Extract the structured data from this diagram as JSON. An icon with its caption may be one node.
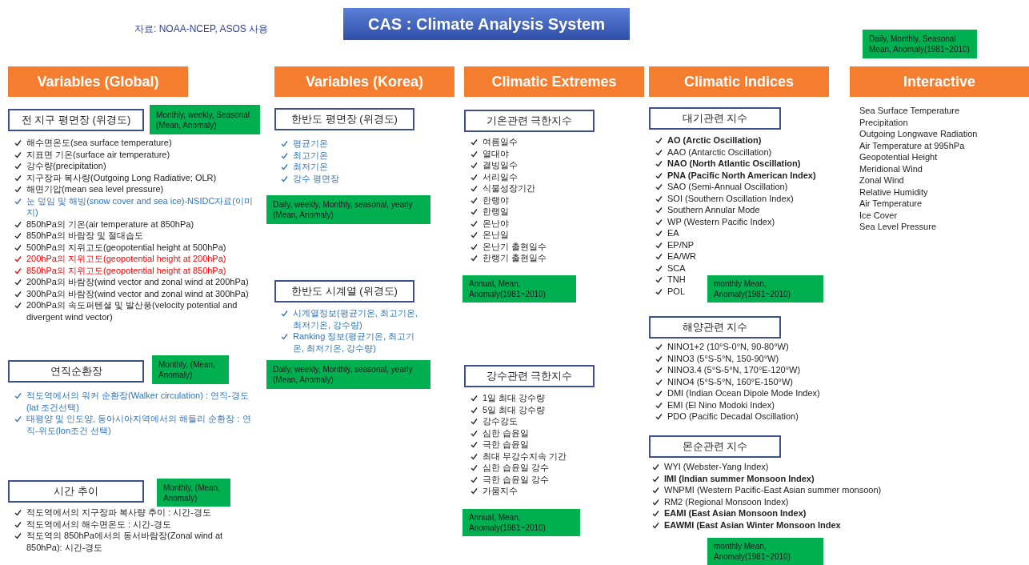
{
  "diagram": {
    "title": "CAS : Climate Analysis System",
    "nodes": [
      {
        "text": [
          "Variables (Global)"
        ]
      },
      {
        "text": [
          "전 지구 평면장 (위경도)"
        ],
        "beside": [
          "해수면온도(sea surface temperature)",
          "지표면 기온(surface air temperature)",
          "강수량(precipitation)",
          "지구장파 복사량(Outgoing Long Radiative; OLR)",
          "해면기압(mean sea level pressure)",
          "눈 덮임 및 해빙(snow cover and sea ice)-NSIDC자료(이미지)",
          "850hPa의 기온(air temperature at 850hPa)",
          "850hPa의 바람장 및 절대습도",
          "500hPa의 지위고도(geopotential height at 500hPa)",
          "200hPa의 지위고도(geopotential height at 200hPa)",
          "850hPa의 지위고도(geopotential height at 850hPa)",
          "200hPa의 바람장(wind vector and zonal wind at 200hPa)",
          "300hPa의 바람장(wind vector and zonal wind at 300hPa)",
          "200hPa의 속도퍼텐셜 및 발산풍(velocity potential and divergent wind vector)"
        ]
      },
      {
        "text": [
          "Monthly, weekly, Seasonal (Mean, Anomaly)"
        ]
      },
      {
        "text": [
          "연직순환장"
        ],
        "beside": [
          "적도역에서의 워커 순환장(Walker circulation) : 연직-경도(lat 조건선택)",
          "태평양 및 인도양, 동아시아지역에서의 해들리 순환장 : 연직-위도(lon조건 선택)"
        ]
      },
      {
        "text": [
          "Monthly, (Mean, Anomaly)"
        ]
      },
      {
        "text": [
          "시간 추이"
        ],
        "beside": [
          "적도역에서의 지구장파 복사량 추이 : 시간-경도",
          "적도역에서의 해수면온도 : 시간-경도",
          "적도역의 850hPa에서의 동서바람장(Zonal wind at 850hPa): 시간-경도"
        ]
      },
      {
        "text": [
          "Monthly, (Mean, Anomaly)"
        ]
      },
      {
        "text": [
          "Variables (Korea)"
        ]
      },
      {
        "text": [
          "한반도 평면장 (위경도)"
        ],
        "beside": [
          "평균기온",
          "최고기온",
          "최저기온",
          "강수 평면장"
        ]
      },
      {
        "text": [
          "Daily, weekly, Monthly, seasonal, yearly (Mean, Anomaly)"
        ]
      },
      {
        "text": [
          "한반도 시계열 (위경도)"
        ],
        "beside": [
          "시계열정보(평균기온, 최고기온, 최저기온, 강수량)",
          "Ranking 정보(평균기온, 최고기온, 최저기온, 강수량)"
        ]
      },
      {
        "text": [
          "Daily, weekly, Monthly, seasonal, yearly (Mean, Anomaly)"
        ]
      },
      {
        "text": [
          "Climatic Extremes"
        ]
      },
      {
        "text": [
          "기온관련 극한지수"
        ],
        "beside": [
          "여름일수",
          "열대야",
          "결빙일수",
          "서리일수",
          "식물성장기간",
          "한랭야",
          "한랭일",
          "온난야",
          "온난일",
          "온난기 출현일수",
          "한랭기 출현일수"
        ]
      },
      {
        "text": [
          "Annual, Mean, Anomaly(1981~2010)"
        ]
      },
      {
        "text": [
          "강수관련 극한지수"
        ],
        "beside": [
          "1일 최대 강수량",
          "5일 최대 강수량",
          "강수강도",
          "심한 습윤일",
          "극한 습윤일",
          "최대 무강수지속 기간",
          "심한 습윤일 강수",
          "극한 습윤일 강수",
          "가뭄지수"
        ]
      },
      {
        "text": [
          "Annual, Mean, Anomaly(1981~2010)"
        ]
      },
      {
        "text": [
          "Climatic Indices"
        ]
      },
      {
        "text": [
          "대기관련 지수"
        ],
        "beside": [
          "AO (Arctic Oscillation)",
          "AAO (Antarctic Oscillation)",
          "NAO (North Atlantic Oscillation)",
          "PNA (Pacific North American Index)",
          "SAO (Semi-Annual Oscillation)",
          "SOI (Southern Oscillation Index)",
          "Southern Annular Mode",
          "WP (Western Pacific Index)",
          "EA",
          "EP/NP",
          "EA/WR",
          "SCA",
          "TNH",
          "POL"
        ]
      },
      {
        "text": [
          "monthly Mean, Anomaly(1981~2010)"
        ]
      },
      {
        "text": [
          "해양관련 지수"
        ],
        "beside": [
          "NINO1+2 (10°S-0°N, 90-80°W)",
          "NINO3 (5°S-5°N, 150-90°W)",
          "NINO3.4 (5°S-5°N, 170°E-120°W)",
          "NINO4 (5°S-5°N, 160°E-150°W)",
          "DMI (Indian Ocean Dipole Mode Index)",
          "EMI (El Nino Modoki Index)",
          "PDO (Pacific Decadal Oscillation)"
        ]
      },
      {
        "text": [
          "몬순관련 지수"
        ],
        "beside": [
          "WYI (Webster-Yang Index)",
          "IMI (Indian summer Monsoon Index)",
          "WNPMI (Western Pacific-East Asian summer monsoon)",
          "RM2 (Regional Monsoon Index)",
          "EAMI (East Asian Monsoon Index)",
          "EAWMI (East Asian Winter Monsoon Index"
        ]
      },
      {
        "text": [
          "monthly Mean, Anomaly(1981~2010)"
        ]
      },
      {
        "text": [
          "Daily, Monthly, Seasonal Mean, Anomaly(1981~2010)"
        ]
      },
      {
        "text": [
          "Interactive"
        ],
        "beside": [
          "Sea Surface Temperature",
          "Precipitation",
          "Outgoing Longwave Radiation",
          "Air Temperature at 995hPa",
          "Geopotential Height",
          "Meridional Wind",
          "Zonal Wind",
          "Relative Humidity",
          "Air Temperature",
          "Ice Cover",
          "Sea Level Pressure"
        ]
      }
    ],
    "labels": [
      "자료: NOAA-NCEP, ASOS 사용"
    ]
  }
}
